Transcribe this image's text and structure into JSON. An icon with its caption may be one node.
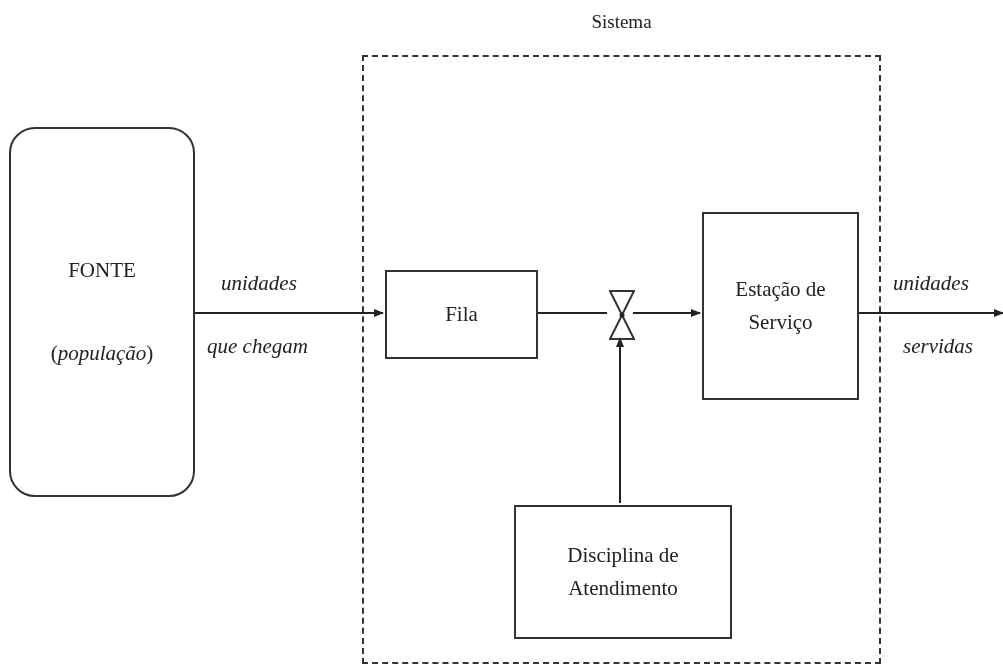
{
  "diagram": {
    "nodes": [
      {
        "text": [
          "Sistema"
        ]
      },
      {
        "text": [
          "FONTE",
          "(*população*)"
        ]
      },
      {
        "text": [
          "Fila"
        ],
        "in": 0
      },
      {
        "text": [],
        "shape": "valve",
        "in": 0
      },
      {
        "text": [
          "Estação de Serviço"
        ],
        "in": 0
      },
      {
        "text": [
          "Disciplina de Atendimento"
        ],
        "in": 0
      }
    ],
    "edges": [
      {
        "from": 1,
        "to": 2,
        "arrow": "to"
      },
      {
        "from": 2,
        "to": 3,
        "arrow": "none"
      },
      {
        "from": 3,
        "to": 4,
        "arrow": "to"
      },
      {
        "from": 5,
        "to": 3,
        "arrow": "to"
      },
      {
        "from": 4,
        "to": null,
        "arrow": "to"
      }
    ],
    "labels": [
      "unidades",
      "que chegam",
      "unidades",
      "servidas"
    ]
  }
}
